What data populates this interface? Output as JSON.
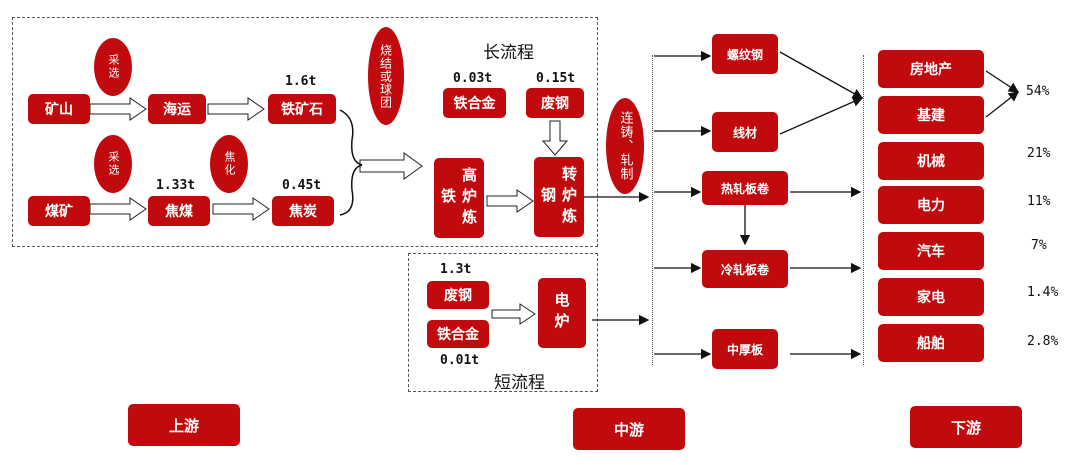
{
  "titles": {
    "long": "长流程",
    "short": "短流程"
  },
  "upstream": {
    "kuangshan": "矿山",
    "haiyun": "海运",
    "tiekuangshi": "铁矿石",
    "meikuang": "煤矿",
    "jiaomei": "焦煤",
    "jiaotan": "焦炭",
    "oval_caixuan1": "采选",
    "oval_caixuan2": "采选",
    "oval_jiaohua": "焦化",
    "oval_shaojie": "烧结或球团",
    "gaolu": "高炉炼铁",
    "tiehejin_long": "铁合金",
    "feigang_long": "废钢",
    "zhuanlu": "转炉炼钢",
    "feigang_short": "废钢",
    "tiehejin_short": "铁合金",
    "dianlu": "电炉"
  },
  "labels": {
    "tiekuangshi": "1.6t",
    "jiaomei": "1.33t",
    "jiaotan": "0.45t",
    "tiehejin_long": "0.03t",
    "feigang_long": "0.15t",
    "feigang_short": "1.3t",
    "tiehejin_short": "0.01t"
  },
  "midstream": {
    "liansuo": "连铸、轧制",
    "luowengang": "螺纹钢",
    "xiancai": "线材",
    "rezha": "热轧板卷",
    "lengzha": "冷轧板卷",
    "zhonghouban": "中厚板"
  },
  "downstream": [
    {
      "name": "房地产",
      "pct": ""
    },
    {
      "name": "基建",
      "pct": ""
    },
    {
      "name": "机械",
      "pct": "21%"
    },
    {
      "name": "电力",
      "pct": "11%"
    },
    {
      "name": "汽车",
      "pct": "7%"
    },
    {
      "name": "家电",
      "pct": "1.4%"
    },
    {
      "name": "船舶",
      "pct": "2.8%"
    }
  ],
  "combined_pct": "54%",
  "tiers": {
    "up": "上游",
    "mid": "中游",
    "down": "下游"
  },
  "colors": {
    "accent": "#c00a0d",
    "line": "#111111"
  }
}
